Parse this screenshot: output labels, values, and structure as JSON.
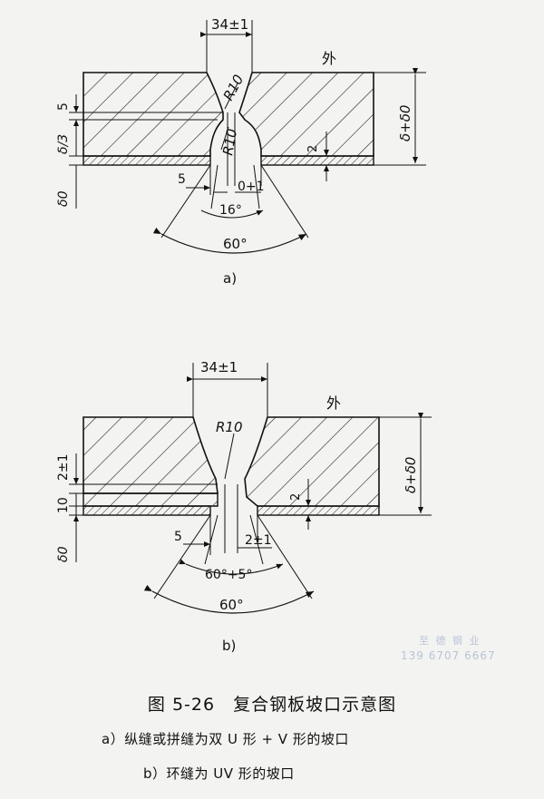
{
  "figure": {
    "a": {
      "label": "a)",
      "outside_label": "外",
      "dims": {
        "top_width": "34±1",
        "r_upper": "R10",
        "r_lower": "R10",
        "left_5": "5",
        "delta_third": "δ/3",
        "delta0": "δ0",
        "right_2": "2",
        "total": "δ+δ0",
        "left_5b": "5",
        "gap": "0+1",
        "angle_small": "16°",
        "angle_big": "60°"
      }
    },
    "b": {
      "label": "b)",
      "outside_label": "外",
      "dims": {
        "top_width": "34±1",
        "r": "R10",
        "left_2pm1": "2±1",
        "left_10": "10",
        "delta0": "δ0",
        "right_2": "2",
        "total": "δ+δ0",
        "left_5": "5",
        "gap": "2±1",
        "angle_small": "60°+5°",
        "angle_big": "60°"
      }
    }
  },
  "caption": {
    "title": "图 5-26　复合钢板坡口示意图",
    "line_a": "a）纵缝或拼缝为双 U 形 + V 形的坡口",
    "line_b": "b）环缝为 UV 形的坡口"
  },
  "watermark": {
    "company": "至 德 钢 业",
    "phone": "139 6707 6667"
  }
}
